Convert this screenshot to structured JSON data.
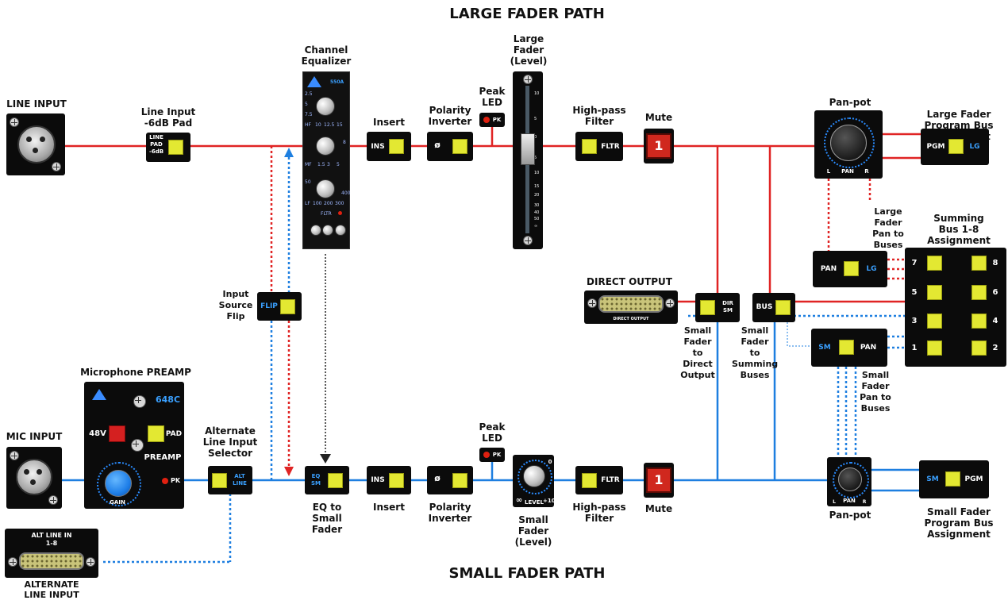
{
  "titles": {
    "large_path": "LARGE FADER PATH",
    "small_path": "SMALL FADER PATH"
  },
  "labels": {
    "line_input": "LINE INPUT",
    "line_input_pad": "Line Input\n-6dB Pad",
    "channel_equalizer": "Channel\nEqualizer",
    "insert_top": "Insert",
    "polarity_top": "Polarity\nInverter",
    "peak_top": "Peak\nLED",
    "large_fader": "Large\nFader\n(Level)",
    "hpf_top": "High-pass\nFilter",
    "mute_top": "Mute",
    "panpot_top": "Pan-pot",
    "large_pgm": "Large Fader\nProgram Bus\nAssignment",
    "large_pan_buses": "Large\nFader\nPan to\nBuses",
    "summing_bus": "Summing\nBus 1-8\nAssignment",
    "direct_output": "DIRECT OUTPUT",
    "input_flip": "Input\nSource\nFlip",
    "small_to_direct": "Small\nFader\nto\nDirect\nOutput",
    "small_to_summing": "Small\nFader\nto\nSumming\nBuses",
    "small_pan_buses": "Small\nFader\nPan to\nBuses",
    "mic_preamp": "Microphone PREAMP",
    "mic_input": "MIC INPUT",
    "alt_selector": "Alternate\nLine Input\nSelector",
    "eq_to_small": "EQ to\nSmall\nFader",
    "insert_bottom": "Insert",
    "polarity_bottom": "Polarity\nInverter",
    "peak_bottom": "Peak\nLED",
    "small_fader": "Small\nFader\n(Level)",
    "hpf_bottom": "High-pass\nFilter",
    "mute_bottom": "Mute",
    "panpot_bottom": "Pan-pot",
    "small_pgm": "Small Fader\nProgram Bus\nAssignment",
    "alt_line_input": "ALTERNATE\nLINE INPUT"
  },
  "panel_text": {
    "line_pad": "LINE\nPAD\n-6dB",
    "ins": "INS",
    "polarity": "ø",
    "pk": "PK",
    "fltr": "FLTR",
    "mute_num": "1",
    "pan": "PAN",
    "pan_l": "L",
    "pan_r": "R",
    "pgm": "PGM",
    "lg": "LG",
    "sm": "SM",
    "flip": "FLIP",
    "dir_sm": "DIR\nSM",
    "bus": "BUS",
    "direct_output_port": "DIRECT OUTPUT",
    "preamp_model": "648C",
    "v48": "48V",
    "pad": "PAD",
    "preamp": "PREAMP",
    "gain": "GAIN",
    "alt_line": "ALT\nLINE",
    "eq_sm": "EQ\nSM",
    "level": "LEVEL",
    "level_min": "∞",
    "level_max": "+10",
    "level_zero": "0",
    "alt_line_in": "ALT LINE IN\n1-8",
    "eq_model": "550A",
    "bus_numbers": [
      "7",
      "8",
      "5",
      "6",
      "3",
      "4",
      "1",
      "2"
    ]
  },
  "eq_scale": [
    "2.5",
    "5",
    "7.5",
    "10",
    "12.5",
    "15",
    "HF",
    "MF",
    "LF",
    "1.5",
    "3",
    "5",
    "8",
    "50",
    "100",
    "200",
    "300",
    "400",
    "FLTR"
  ],
  "fader_scale": [
    "10",
    "5",
    "0",
    "5",
    "10",
    "15",
    "20",
    "30",
    "40",
    "50",
    "∞"
  ],
  "colors": {
    "large_path": "#e02424",
    "small_path": "#1e7fe0",
    "button": "#e3e832",
    "panel": "#0b0b0b",
    "accent_blue": "#3aa0ff"
  }
}
